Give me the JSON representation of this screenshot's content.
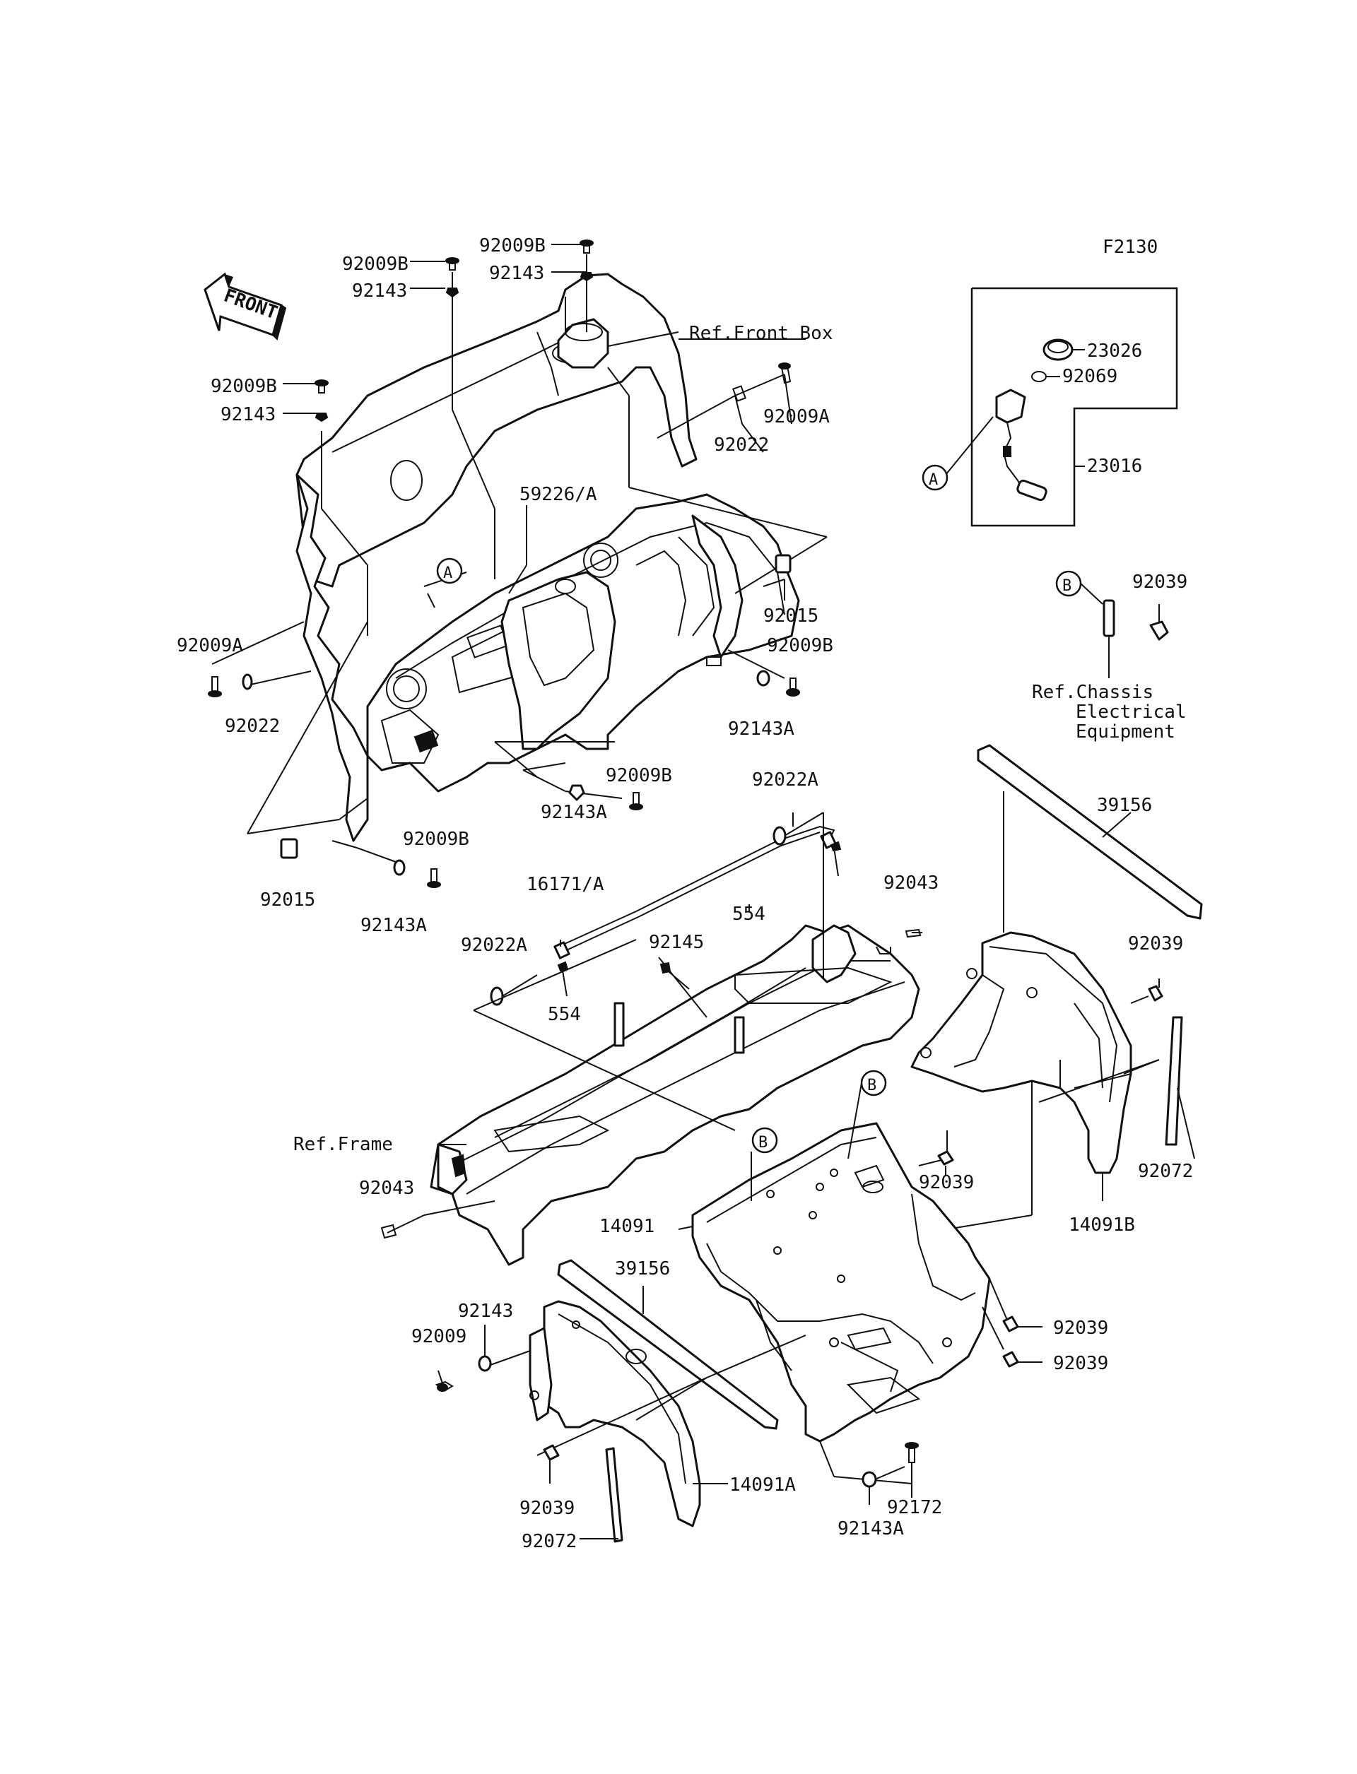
{
  "diagram_code": "F2130",
  "front_arrow_text": "FRONT",
  "refs": {
    "front_box": "Ref.Front Box",
    "frame": "Ref.Frame",
    "chassis_line1": "Ref.Chassis",
    "chassis_line2": "Electrical",
    "chassis_line3": "Equipment"
  },
  "callouts": {
    "a": "A",
    "b": "B"
  },
  "labels": {
    "p92009B_1": "92009B",
    "p92143_1": "92143",
    "p92009B_2": "92009B",
    "p92143_2": "92143",
    "p92009B_3": "92009B",
    "p92143_3": "92143",
    "p92022_1": "92022",
    "p92009A_1": "92009A",
    "p59226A": "59226/A",
    "p92015_1": "92015",
    "p92009B_4": "92009B",
    "p92143A_1": "92143A",
    "p92009A_2": "92009A",
    "p92022_2": "92022",
    "p92009B_5": "92009B",
    "p92143A_2": "92143A",
    "p92015_2": "92015",
    "p92009B_6": "92009B",
    "p92143A_3": "92143A",
    "p23026": "23026",
    "p92069": "92069",
    "p23016": "23016",
    "p92039_1": "92039",
    "p92022A_1": "92022A",
    "p16171A": "16171/A",
    "p554_1": "554",
    "p92043_1": "92043",
    "p92145": "92145",
    "p92022A_2": "92022A",
    "p554_2": "554",
    "p39156_1": "39156",
    "p92039_2": "92039",
    "p92072_1": "92072",
    "p92039_3": "92039",
    "p14091B": "14091B",
    "p92043_2": "92043",
    "p14091": "14091",
    "p39156_2": "39156",
    "p92143_4": "92143",
    "p92009": "92009",
    "p92039_4": "92039",
    "p92039_5": "92039",
    "p14091A": "14091A",
    "p92039_6": "92039",
    "p92072_2": "92072",
    "p92172": "92172",
    "p92143A_4": "92143A"
  }
}
